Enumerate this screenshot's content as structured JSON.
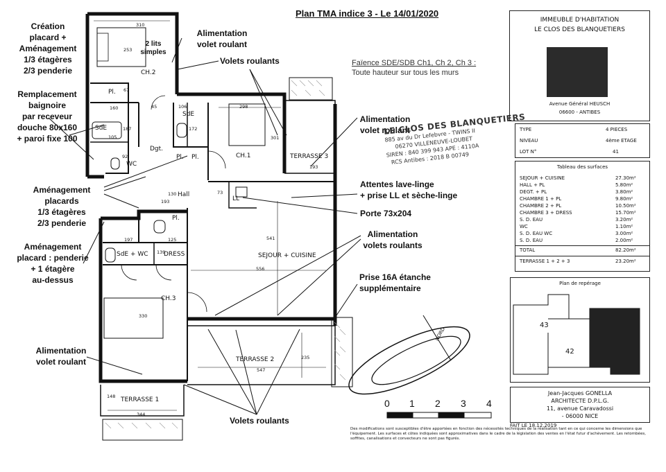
{
  "header": {
    "title": "Plan TMA indice 3 - Le 14/01/2020",
    "faience_line1": "Faïence SDE/SDB Ch1, Ch 2, Ch 3 :",
    "faience_line2": "Toute hauteur sur tous les murs"
  },
  "annotations": {
    "creation": [
      "Création",
      "placard +",
      "Aménagement",
      "1/3 étagères",
      "2/3 penderie"
    ],
    "remplacement": [
      "Remplacement",
      "baignoire",
      "par receveur",
      "douche 80x160",
      "+ paroi fixe 100"
    ],
    "amenagement_placards": [
      "Aménagement",
      "placards",
      "1/3 étagères",
      "2/3 penderie"
    ],
    "amenagement_placard": [
      "Aménagement",
      "placard : penderie",
      "+ 1 étagère",
      "au-dessus"
    ],
    "alim_volet_left": [
      "Alimentation",
      "volet roulant"
    ],
    "alim_volet_top": [
      "Alimentation",
      "volet roulant"
    ],
    "volets_roulants_top": "Volets roulants",
    "alim_volet_mid": [
      "Alimentation",
      "volet roulant"
    ],
    "attentes": [
      "Attentes lave-linge",
      "+ prise LL et sèche-linge"
    ],
    "porte": "Porte 73x204",
    "alim_volets": [
      "Alimentation",
      "volets roulants"
    ],
    "prise": [
      "Prise 16A étanche",
      "supplémentaire"
    ],
    "volets_roulants_bottom": "Volets roulants",
    "deux_lits": [
      "2 lits",
      "simples"
    ]
  },
  "rooms": {
    "ch2": "CH.2",
    "ch1": "CH.1",
    "ch3": "CH.3",
    "sde_top": "SdE",
    "sde_left": "SdE",
    "wc_top": "WC",
    "dgt": "Dgt.",
    "pl_a": "Pl.",
    "pl_b": "Pl.",
    "pl_c": "Pl.",
    "pl_d": "Pl.",
    "hall": "Hall",
    "ll": "LL",
    "terrasse3": "TERRASSE 3",
    "sejour": "SEJOUR + CUISINE",
    "sde_wc": "SdE + WC",
    "dress": "DRESS",
    "terrasse2": "TERRASSE 2",
    "terrasse1": "TERRASSE 1"
  },
  "dims": {
    "d310": "310",
    "d253": "253",
    "d45": "45",
    "d67": "67",
    "d160": "160",
    "d187": "187",
    "d105": "105",
    "d106": "106",
    "d172": "172",
    "d298": "298",
    "d301": "301",
    "d193a": "193",
    "d92": "92",
    "d130": "130",
    "d193b": "193",
    "d73": "73",
    "d541": "541",
    "d556": "556",
    "d197": "197",
    "d125": "125",
    "d139": "139",
    "d330": "330",
    "d235": "235",
    "d547": "547",
    "d148": "148",
    "d344": "344"
  },
  "stamp": {
    "line1": "LE CLOS DES BLANQUETIERS",
    "line2": "885 av du Dr Lefebvre - TWINS II",
    "line3": "06270 VILLENEUVE-LOUBET",
    "line4": "SIREN : 840 399 943  APE : 4110A",
    "line5": "RCS Antibes : 2018 B 00749"
  },
  "title_block": {
    "heading1": "IMMEUBLE D'HABITATION",
    "heading2": "LE CLOS DES BLANQUETIERS",
    "address1": "Avenue Général HEUSCH",
    "address2": "06600 - ANTIBES",
    "rows": [
      {
        "k": "TYPE",
        "v": "4 PIECES"
      },
      {
        "k": "NIVEAU",
        "v": "4ème ETAGE"
      },
      {
        "k": "LOT N°",
        "v": "41"
      }
    ]
  },
  "surfaces": {
    "title": "Tableau des surfaces",
    "rows": [
      {
        "k": "SEJOUR + CUISINE",
        "v": "27.30m²"
      },
      {
        "k": "HALL + PL",
        "v": "5.80m²"
      },
      {
        "k": "DEGT. + PL",
        "v": "3.80m²"
      },
      {
        "k": "CHAMBRE 1 + PL",
        "v": "9.80m²"
      },
      {
        "k": "CHAMBRE 2 + PL",
        "v": "10.50m²"
      },
      {
        "k": "CHAMBRE 3 + DRESS",
        "v": "15.70m²"
      },
      {
        "k": "S. D. EAU",
        "v": "3.20m²"
      },
      {
        "k": "WC",
        "v": "1.10m²"
      },
      {
        "k": "S. D. EAU WC",
        "v": "3.00m²"
      },
      {
        "k": "S. D. EAU",
        "v": "2.00m²"
      }
    ],
    "total_k": "TOTAL",
    "total_v": "82.20m²",
    "terrasse_k": "TERRASSE 1 + 2 + 3",
    "terrasse_v": "23.20m²"
  },
  "reperage": {
    "title": "Plan de repérage",
    "lot43": "43",
    "lot42": "42"
  },
  "architect": {
    "line1": "Jean-Jacques GONELLA",
    "line2": "ARCHITECTE D.P.L.G.",
    "line3": "11, avenue Caravadossi",
    "line4": "- 06000 NICE",
    "date": "FAIT LE 18.12.2019"
  },
  "scale": {
    "n0": "0",
    "n1": "1",
    "n2": "2",
    "n3": "3",
    "n4": "4"
  },
  "north": "NORD",
  "disclaimer": "Des modifications sont susceptibles d'être apportées en fonction des nécessités techniques de la réalisation tant en ce qui concerne les dimensions que l'équipement. Les surfaces et côtes indiquées sont approximatives dans le cadre de la législation des ventes en l'état futur d'achèvement. Les retombées, soffites, canalisations et convecteurs ne sont pas figurés."
}
